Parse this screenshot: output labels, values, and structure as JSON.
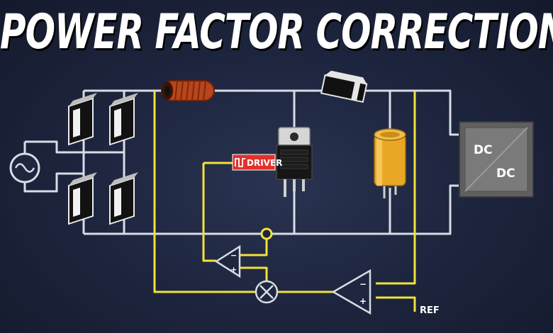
{
  "title": "POWER FACTOR CORRECTION",
  "driver_label": "DRIVER",
  "converter": {
    "top": "DC",
    "bottom": "DC"
  },
  "ref_label": "REF",
  "opamp_signs": {
    "minus": "−",
    "plus": "+"
  },
  "colors": {
    "background": "#1e2640",
    "wire_white": "#d8dce4",
    "wire_yellow": "#f2e23a",
    "inductor": "#b8451c",
    "capacitor": "#e8a826",
    "driver_badge": "#e0322b",
    "converter": "#7a7a7a"
  }
}
